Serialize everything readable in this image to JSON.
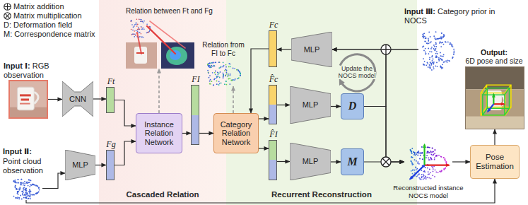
{
  "diagram": {
    "nodes": [
      {
        "text": [
          "Cascaded Relation"
        ]
      },
      {
        "text": [
          "Recurrent Reconstruction"
        ]
      },
      {
        "text": [
          "Input Ⅰ:",
          "RGB observation"
        ]
      },
      {
        "text": [
          "CNN"
        ]
      },
      {
        "text": [
          "Ft"
        ],
        "in": 0
      },
      {
        "text": [
          "Input Ⅱ:",
          "Point cloud observation"
        ]
      },
      {
        "text": [
          "MLP"
        ]
      },
      {
        "text": [
          "Fg"
        ],
        "in": 0
      },
      {
        "text": [
          "Relation between Ft and Fg"
        ],
        "in": 0
      },
      {
        "text": [
          "Instance Relation Network"
        ],
        "in": 0
      },
      {
        "text": [
          "FI"
        ],
        "in": 0
      },
      {
        "text": [
          "Relation from FI to Fc"
        ]
      },
      {
        "text": [
          "Category Relation Network"
        ]
      },
      {
        "text": [
          "Fc"
        ],
        "in": 1
      },
      {
        "text": [
          "MLP"
        ],
        "in": 1
      },
      {
        "text": [
          "F̂c"
        ],
        "in": 1
      },
      {
        "text": [
          "MLP"
        ],
        "in": 1
      },
      {
        "text": [
          "D"
        ],
        "in": 1
      },
      {
        "text": [
          "F̂I"
        ],
        "in": 1
      },
      {
        "text": [
          "MLP"
        ],
        "in": 1
      },
      {
        "text": [
          "M"
        ],
        "in": 1
      },
      {
        "text": [
          "Input Ⅲ:",
          "Category prior in NOCS"
        ]
      },
      {
        "text": [
          "Reconstructed instance NOCS model"
        ]
      },
      {
        "text": [
          "Pose Estimation"
        ]
      },
      {
        "text": [
          "Output:",
          "6D pose and size"
        ]
      }
    ],
    "edges": [
      {
        "from": 2,
        "to": 3,
        "arrow": "to"
      },
      {
        "from": 3,
        "to": 4,
        "arrow": "to"
      },
      {
        "from": 5,
        "to": 6,
        "arrow": "to"
      },
      {
        "from": 6,
        "to": 7,
        "arrow": "to"
      },
      {
        "from": 4,
        "to": 9,
        "arrow": "to"
      },
      {
        "from": 7,
        "to": 9,
        "arrow": "to"
      },
      {
        "from": 9,
        "to": 8,
        "arrow": "to"
      },
      {
        "from": 9,
        "to": 10,
        "arrow": "to"
      },
      {
        "from": 10,
        "to": 12,
        "arrow": "to"
      },
      {
        "from": 12,
        "to": 11,
        "arrow": "to"
      },
      {
        "from": 13,
        "to": 12,
        "arrow": "to"
      },
      {
        "from": 14,
        "to": 13,
        "arrow": "to"
      },
      {
        "from": 12,
        "to": 15,
        "arrow": "to"
      },
      {
        "from": 12,
        "to": 18,
        "arrow": "to"
      },
      {
        "from": 15,
        "to": 16,
        "arrow": "to"
      },
      {
        "from": 16,
        "to": 17,
        "arrow": "to"
      },
      {
        "from": 18,
        "to": 19,
        "arrow": "to"
      },
      {
        "from": 19,
        "to": 20,
        "arrow": "to"
      },
      {
        "from": 21,
        "to": 14,
        "arrow": "to"
      },
      {
        "from": 17,
        "to": 14,
        "arrow": "to"
      },
      {
        "from": 21,
        "to": 22,
        "arrow": "to"
      },
      {
        "from": 17,
        "to": 22,
        "arrow": "to"
      },
      {
        "from": 20,
        "to": 22,
        "arrow": "to"
      },
      {
        "from": 22,
        "to": 23,
        "arrow": "to"
      },
      {
        "from": 5,
        "to": 23,
        "arrow": "to"
      },
      {
        "from": 23,
        "to": 24,
        "arrow": "to"
      }
    ],
    "labels": [
      "Update the NOCS model"
    ],
    "legend": [
      {
        "text": "Matrix addition"
      },
      {
        "text": "Matrix multiplication"
      },
      {
        "text": "D: Deformation field"
      },
      {
        "text": "M: Correspondence matrix"
      }
    ]
  }
}
